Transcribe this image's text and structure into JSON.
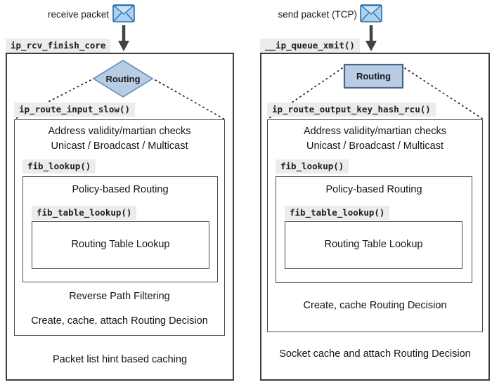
{
  "colors": {
    "shape_fill": "#b8cce4",
    "diamond_stroke": "#6e93c0",
    "rect_stroke": "#49658e",
    "arrow": "#3f4345",
    "envelope_fill": "#a9d2f2",
    "envelope_flap": "#cde4f7",
    "envelope_stroke": "#2e6da4",
    "label_bg": "#ececec",
    "box_border": "#3d3d3d",
    "dotted_line": "#1a1a1a"
  },
  "panels": [
    {
      "header_label": "receive packet",
      "entry_label": "ip_rcv_finish_core",
      "routing_label": "Routing",
      "route_fn": "ip_route_input_slow()",
      "checks_line1": "Address validity/martian checks",
      "checks_line2": "Unicast / Broadcast / Multicast",
      "fib_label": "fib_lookup()",
      "policy_text": "Policy-based Routing",
      "fib_table_label": "fib_table_lookup()",
      "table_lookup_text": "Routing Table Lookup",
      "post_line1": "Reverse Path Filtering",
      "post_line2": "Create, cache, attach Routing Decision",
      "bottom_text": "Packet list hint based caching"
    },
    {
      "header_label": "send packet (TCP)",
      "entry_label": "__ip_queue_xmit()",
      "routing_label": "Routing",
      "route_fn": "ip_route_output_key_hash_rcu()",
      "checks_line1": "Address validity/martian checks",
      "checks_line2": "Unicast / Broadcast / Multicast",
      "fib_label": "fib_lookup()",
      "policy_text": "Policy-based Routing",
      "fib_table_label": "fib_table_lookup()",
      "table_lookup_text": "Routing Table Lookup",
      "post_line1": "Create, cache Routing Decision",
      "bottom_text": "Socket cache and attach Routing Decision"
    }
  ]
}
